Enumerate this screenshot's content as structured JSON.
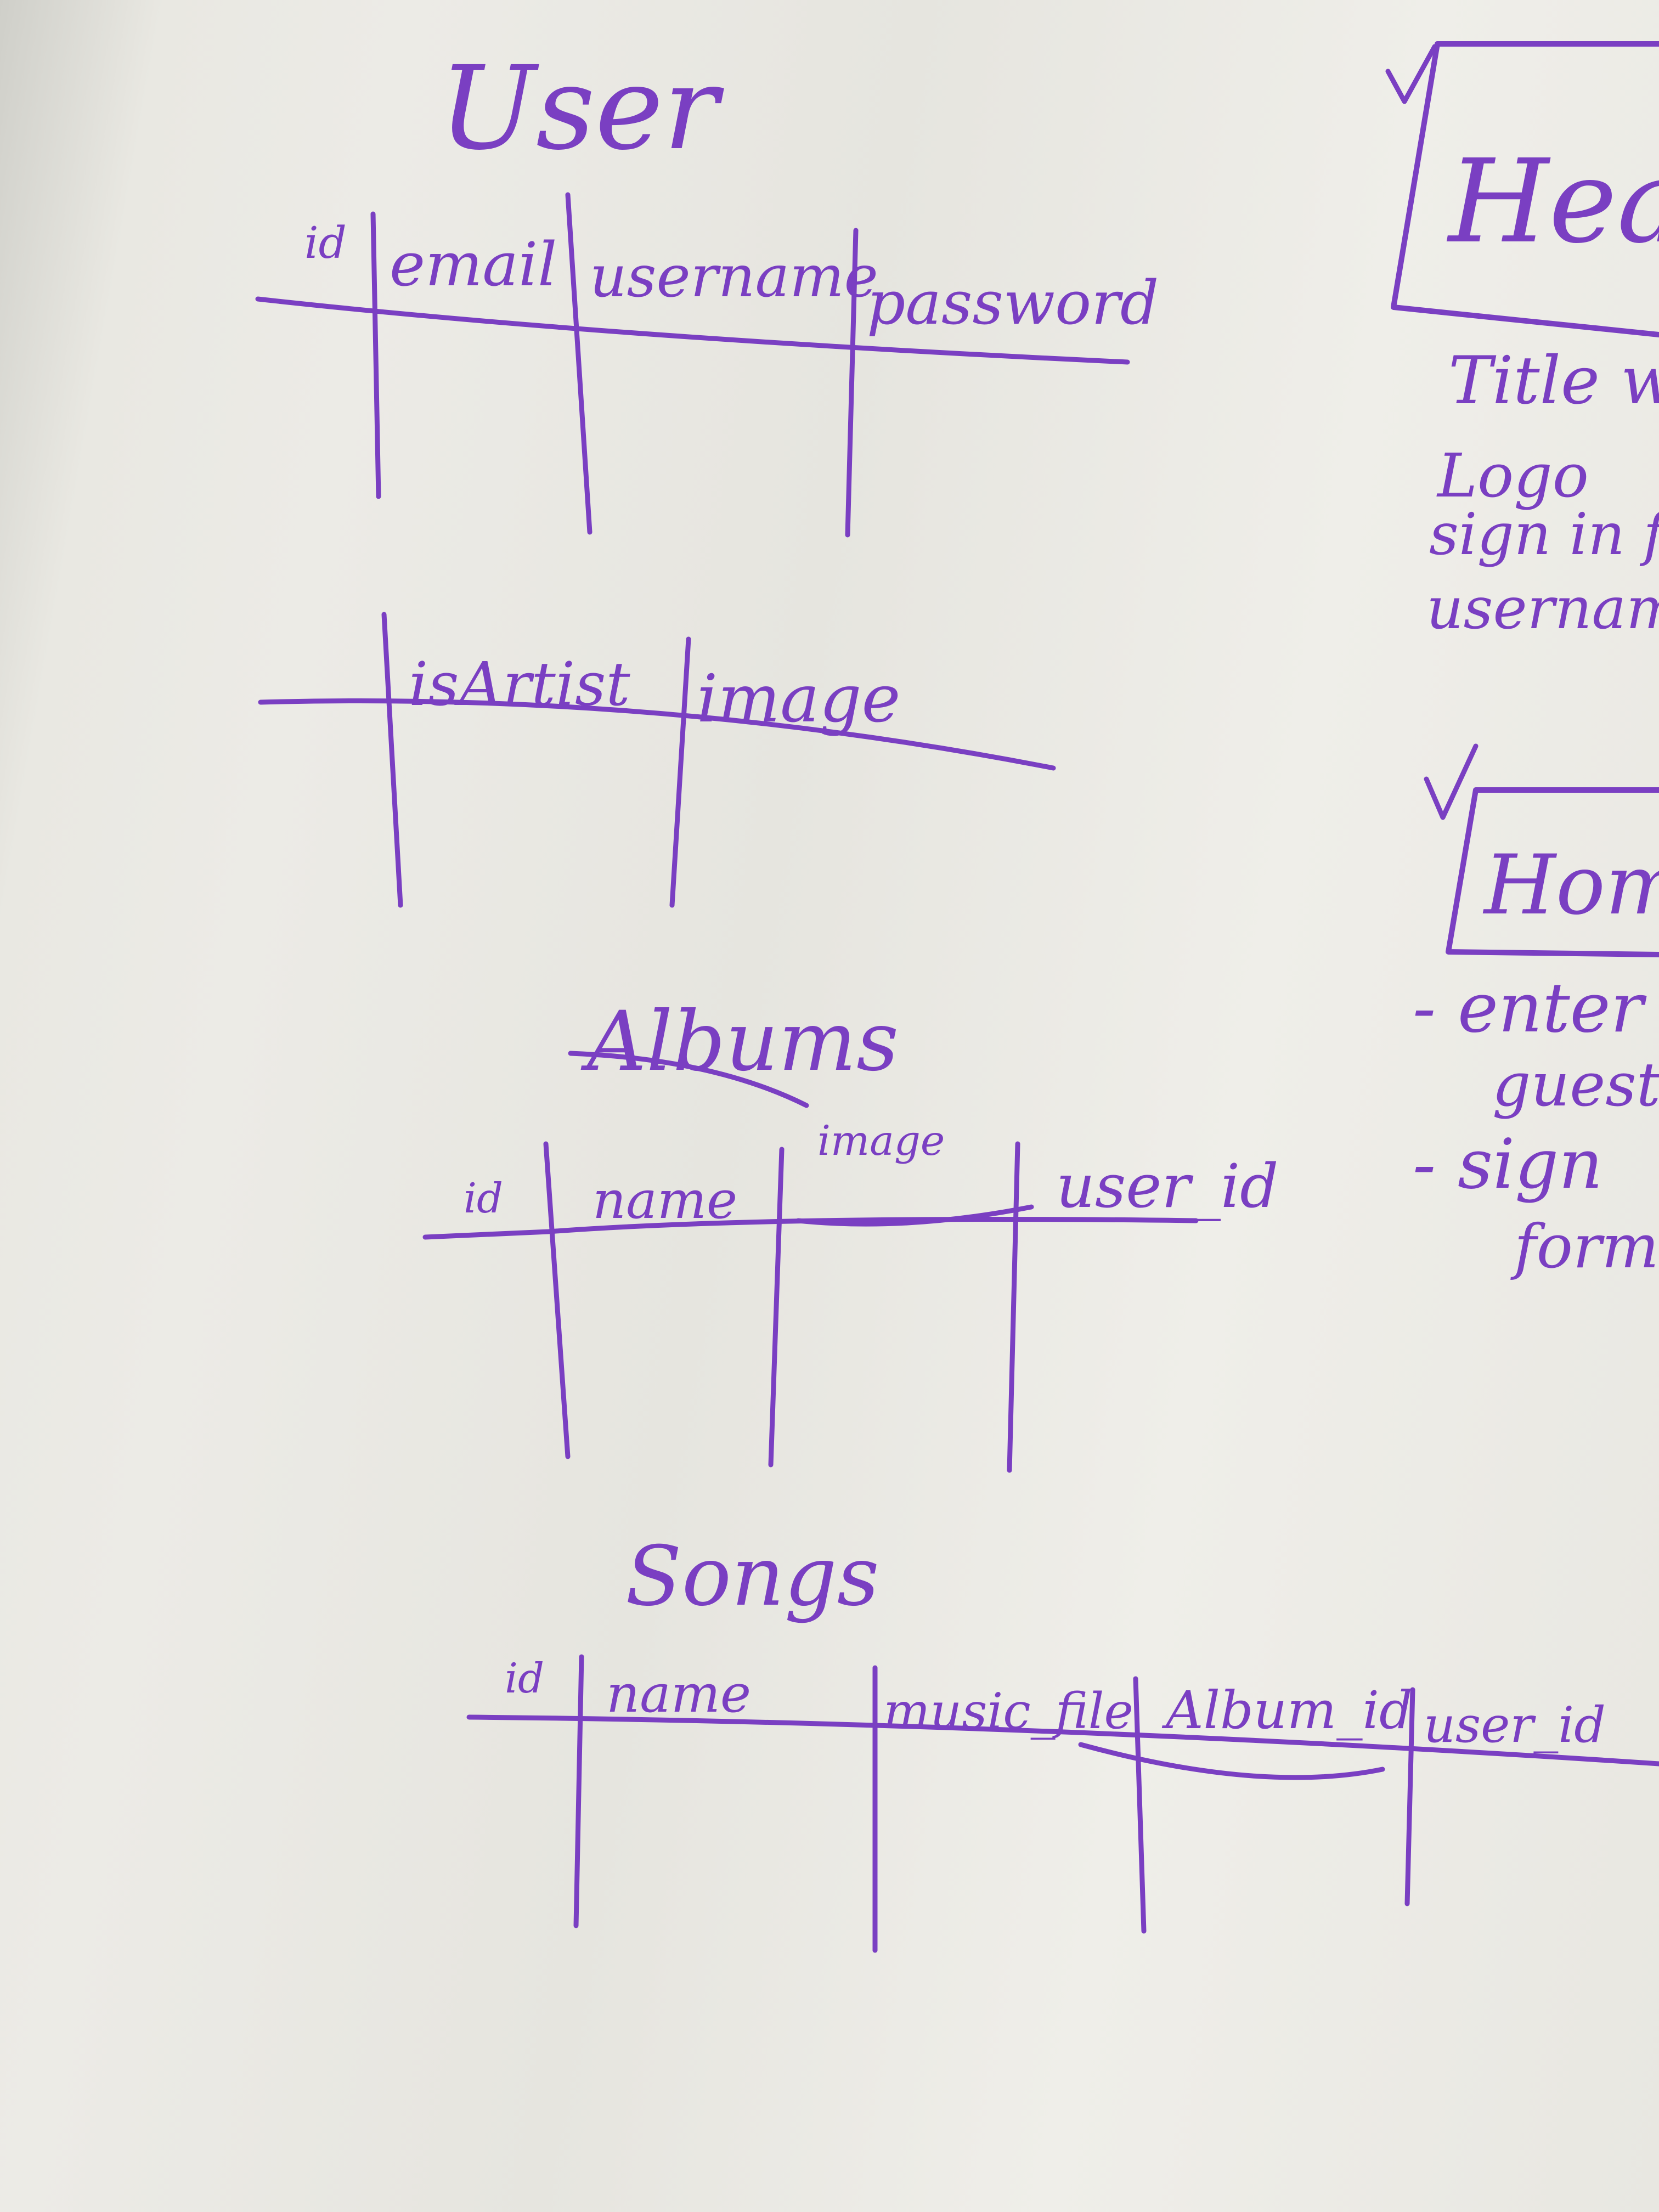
{
  "user_table": {
    "title": "User",
    "columns_row1": [
      "id",
      "email",
      "username",
      "password"
    ],
    "columns_row2": [
      "isArtist",
      "image"
    ]
  },
  "albums_table": {
    "title": "Albums",
    "columns": [
      "id",
      "name",
      "image",
      "user_id"
    ]
  },
  "songs_table": {
    "title": "Songs",
    "columns": [
      "id",
      "name",
      "music_file",
      "Album_id",
      "user_id"
    ]
  },
  "notes": {
    "header_box": "Heade",
    "header_items": [
      "Title we",
      "Logo",
      "sign in fo",
      "username"
    ],
    "home_box": "Home",
    "home_items": [
      "- enter",
      "guest",
      "- sign",
      "form"
    ]
  },
  "colors": {
    "ink": "#7a3fc2",
    "board": "#ecebe6"
  }
}
